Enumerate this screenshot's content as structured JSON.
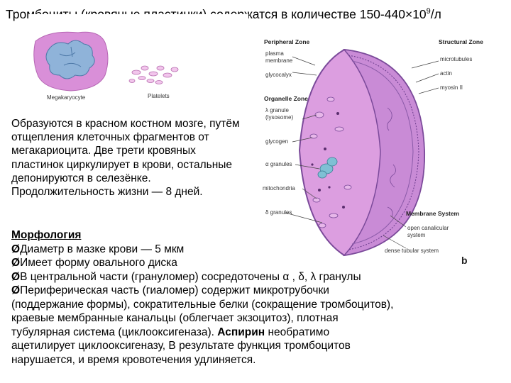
{
  "title": {
    "prefix": "Тромбоциты (кровяные пластинки) содержатся в количестве 150-440×10",
    "exponent": "9",
    "suffix": "/л"
  },
  "figure_left": {
    "label_megakaryocyte": "Megakaryocyte",
    "label_platelets": "Platelets"
  },
  "figure_right": {
    "peripheral_zone": "Peripheral Zone",
    "structural_zone": "Structural Zone",
    "plasma_membrane_1": "plasma",
    "plasma_membrane_2": "membrane",
    "glycocalyx": "glycocalyx",
    "microtubules": "microtubules",
    "actin": "actin",
    "myosin": "myosin II",
    "organelle_zone": "Organelle Zone",
    "lambda_granule": "λ granule",
    "lysosome": "(lysosome)",
    "glycogen": "glycogen",
    "alpha_granules": "α granules",
    "mitochondria": "mitochondria",
    "delta_granules": "δ granules",
    "membrane_system": "Membrane System",
    "open_canalicular_1": "open canalicular",
    "open_canalicular_2": "system",
    "dense_tubular": "dense tubular system",
    "panel_letter": "b"
  },
  "paragraph": "Образуются в красном костном мозге, путём отщепления клеточных фрагментов от мегакариоцита. Две трети кровяных пластинок циркулирует в крови, остальные депонируются в селезёнке. Продолжительность жизни — 8 дней.",
  "morphology": {
    "heading": "Морфология",
    "arrow": "Ø",
    "line1": "Диаметр в мазке крови — 5 мкм",
    "line2": "Имеет форму овального диска",
    "line3": "В центральной части (грануломер) сосредоточены α , δ, λ гранулы",
    "line4": "Периферическая часть (гиаломер) содержит микротрубочки",
    "line5": "(поддержание формы), сократительные белки (сокращение тромбоцитов),",
    "line6": "краевые мембранные канальцы (облегчает экзоцитоз), плотная",
    "line7a": "тубулярная система (циклооксигеназа). ",
    "line7b": "Аспирин",
    "line7c": " необратимо",
    "line8": "ацетилирует циклооксигеназу, В результате функция тромбоцитов",
    "line9": "нарушается, и время кровотечения удлиняется."
  },
  "colors": {
    "cell_pink": "#e09ee0",
    "nucleus_blue": "#8fb3d9",
    "platelet_pink": "#f2c6ec",
    "granule_blue": "#7fc0d4"
  }
}
